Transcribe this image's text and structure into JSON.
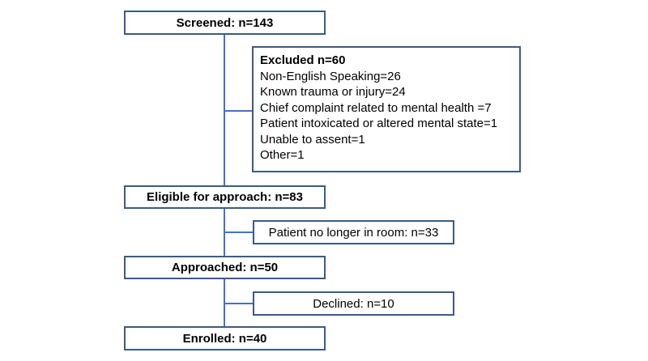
{
  "flowchart": {
    "screened": "Screened: n=143",
    "excluded": {
      "title": "Excluded n=60",
      "reasons": [
        "Non-English Speaking=26",
        "Known trauma or injury=24",
        "Chief complaint related to mental health =7",
        "Patient intoxicated or altered mental state=1",
        "Unable to assent=1",
        "Other=1"
      ]
    },
    "eligible": "Eligible for approach: n=83",
    "no_longer_in_room": "Patient no longer in room: n=33",
    "approached": "Approached: n=50",
    "declined": "Declined: n=10",
    "enrolled": "Enrolled: n=40"
  },
  "colors": {
    "box_border": "#3c5a86",
    "connector": "#4472c4"
  }
}
